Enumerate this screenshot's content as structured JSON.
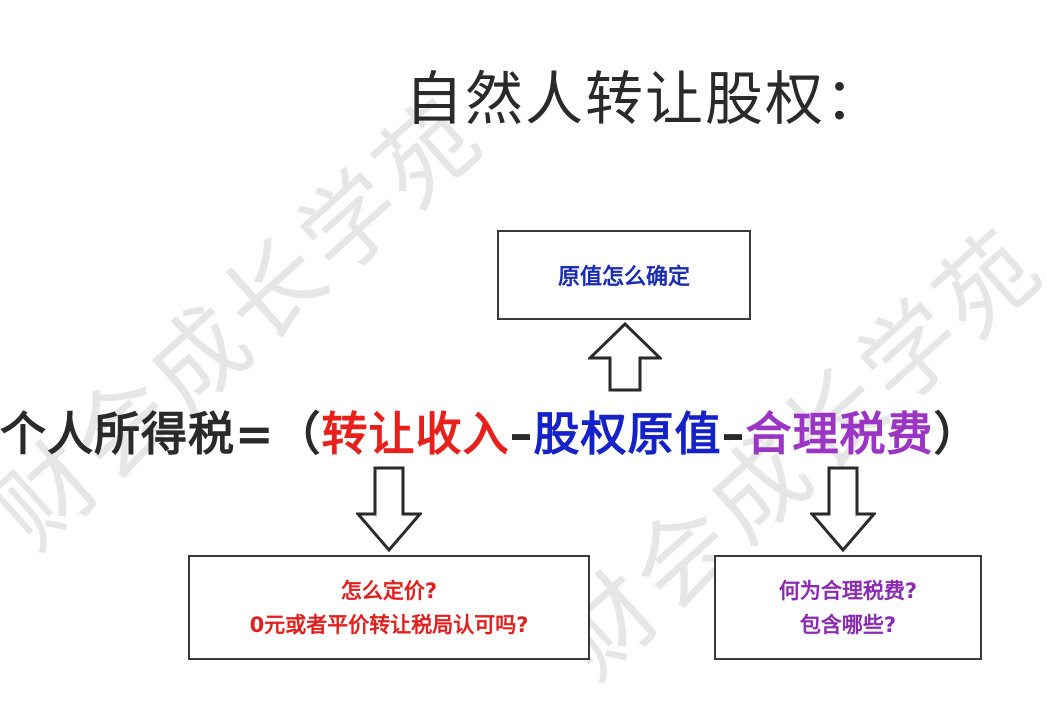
{
  "watermark": {
    "text_left": "财会成长学苑",
    "text_right": "财会成长学苑"
  },
  "title": "自然人转让股权：",
  "formula": {
    "prefix": "个人所得税=（",
    "term1": "转让收入",
    "minus1": "–",
    "term2": "股权原值",
    "minus2": "–",
    "term3": "合理税费",
    "suffix": "）"
  },
  "box_top": {
    "line1": "原值怎么确定"
  },
  "box_left": {
    "line1": "怎么定价?",
    "line2": "0元或者平价转让税局认可吗?"
  },
  "box_right": {
    "line1": "何为合理税费?",
    "line2": "包含哪些?"
  },
  "colors": {
    "red": "#e8201c",
    "blue": "#1422c8",
    "purple": "#9a35c4",
    "black": "#2a2a2a"
  }
}
